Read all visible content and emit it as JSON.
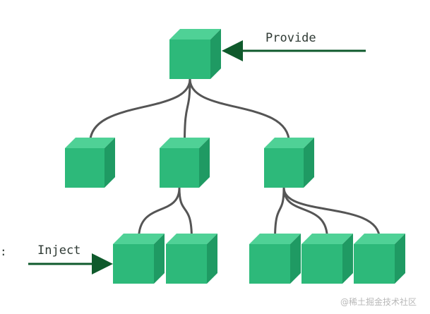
{
  "labels": {
    "provide": "Provide",
    "inject": "Inject",
    "colon": ":"
  },
  "watermark": "@稀土掘金技术社区",
  "colors": {
    "cube_front": "#2db97a",
    "cube_top": "#4fd196",
    "cube_side": "#1f9a63",
    "edge": "#555555",
    "arrow": "#0f5a2c",
    "label_text": "#2f3a34",
    "background": "#ffffff"
  },
  "nodes": [
    {
      "id": "root"
    },
    {
      "id": "child-left"
    },
    {
      "id": "child-middle"
    },
    {
      "id": "child-right"
    },
    {
      "id": "grandchild-middle-1"
    },
    {
      "id": "grandchild-middle-2"
    },
    {
      "id": "grandchild-right-1"
    },
    {
      "id": "grandchild-right-2"
    },
    {
      "id": "grandchild-right-3"
    }
  ],
  "edges": [
    [
      "root",
      "child-left"
    ],
    [
      "root",
      "child-middle"
    ],
    [
      "root",
      "child-right"
    ],
    [
      "child-middle",
      "grandchild-middle-1"
    ],
    [
      "child-middle",
      "grandchild-middle-2"
    ],
    [
      "child-right",
      "grandchild-right-1"
    ],
    [
      "child-right",
      "grandchild-right-2"
    ],
    [
      "child-right",
      "grandchild-right-3"
    ]
  ]
}
